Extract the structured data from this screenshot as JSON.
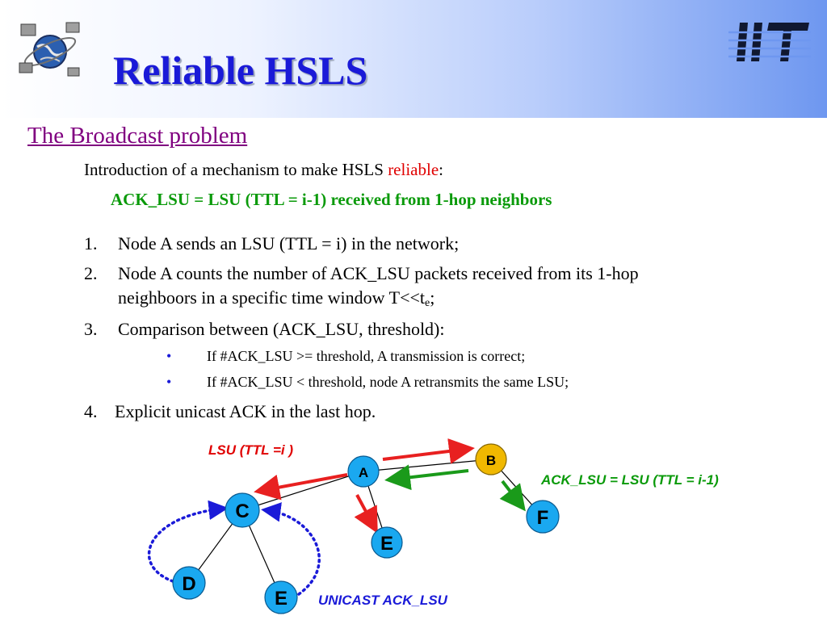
{
  "slide": {
    "title": "Reliable HSLS",
    "subtitle": "The Broadcast problem",
    "intro_prefix": "Introduction of a mechanism to make HSLS ",
    "intro_highlight": "reliable",
    "intro_suffix": ":",
    "ack_definition": "ACK_LSU = LSU (TTL = i-1) received from 1-hop neighbors",
    "logo_text": "IIT",
    "colors": {
      "title": "#1a1ad8",
      "subtitle": "#800080",
      "highlight_red": "#e00000",
      "highlight_green": "#0a9a0a",
      "node_fill": "#1aa8f0",
      "node_b_fill": "#f0b800",
      "arrow_red": "#e82020",
      "arrow_green": "#1a9a1a",
      "dotted_blue": "#1a1ad8"
    }
  },
  "steps": [
    {
      "num": "1.",
      "text": "Node A sends an LSU (TTL = i) in the network;"
    },
    {
      "num": "2.",
      "text_line1": "Node A counts the number of ACK_LSU packets received from its 1-hop",
      "text_line2_prefix": "neighboors in a specific time window T<<t",
      "text_line2_sub": "e",
      "text_line2_suffix": ";"
    },
    {
      "num": "3.",
      "text": "Comparison between (ACK_LSU, threshold):"
    },
    {
      "num": "4.",
      "text": "Explicit unicast ACK in the last hop."
    }
  ],
  "bullets": [
    {
      "marker": "•",
      "text": "If #ACK_LSU >= threshold, A transmission is correct;"
    },
    {
      "marker": "•",
      "text": "If #ACK_LSU < threshold, node A retransmits the same LSU;"
    }
  ],
  "diagram": {
    "labels": {
      "lsu": "LSU (TTL =i )",
      "ack": "ACK_LSU = LSU (TTL = i-1)",
      "unicast": "UNICAST ACK_LSU"
    },
    "nodes": {
      "a": "A",
      "b": "B",
      "c": "C",
      "d": "D",
      "e1": "E",
      "e2": "E",
      "f": "F"
    }
  }
}
